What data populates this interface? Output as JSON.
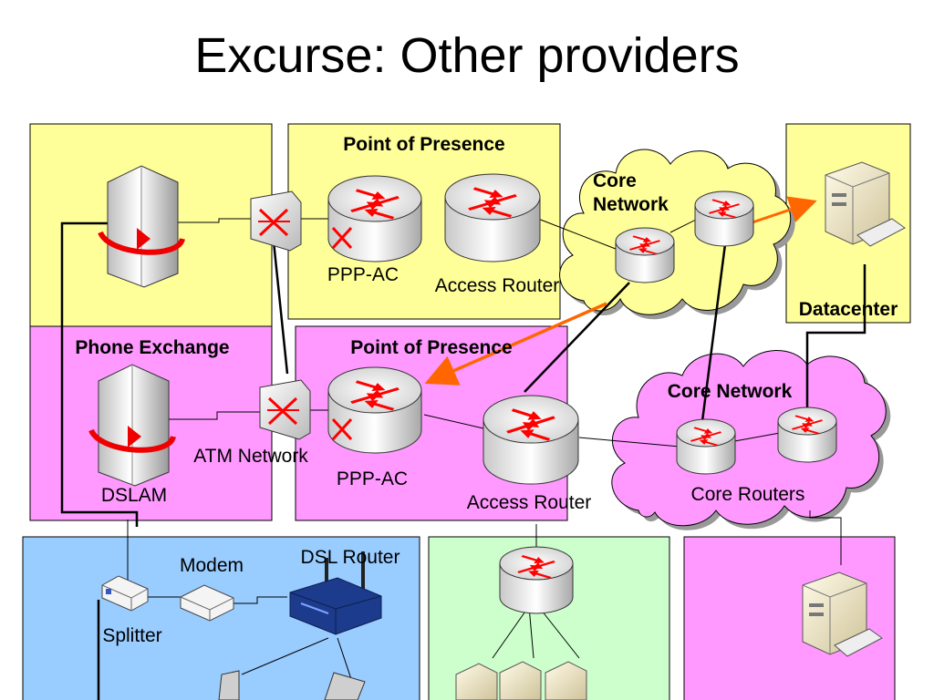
{
  "slide": {
    "title": "Excurse: Other providers"
  },
  "labels": {
    "pop_top": "Point of Presence",
    "pop_bottom": "Point of Presence",
    "phone_exchange": "Phone Exchange",
    "core_top": "Core\nNetwork",
    "core_bottom": "Core Network",
    "datacenter": "Datacenter",
    "ppp_ac_top": "PPP-AC",
    "access_router_top": "Access Router",
    "ppp_ac_bottom": "PPP-AC",
    "access_router_bottom": "Access Router",
    "atm_network": "ATM Network",
    "dslam": "DSLAM",
    "core_routers": "Core Routers",
    "modem": "Modem",
    "dsl_router": "DSL Router",
    "splitter": "Splitter"
  },
  "colors": {
    "yellow_region": "#ffff99",
    "pink_region": "#ff99ff",
    "blue_region": "#99ccff",
    "green_region": "#ccffcc",
    "cloud_top": "#ffff99",
    "cloud_bottom": "#ff99ff",
    "router_arrows": "#ff0000",
    "highlight_arrow": "#ff6600"
  }
}
